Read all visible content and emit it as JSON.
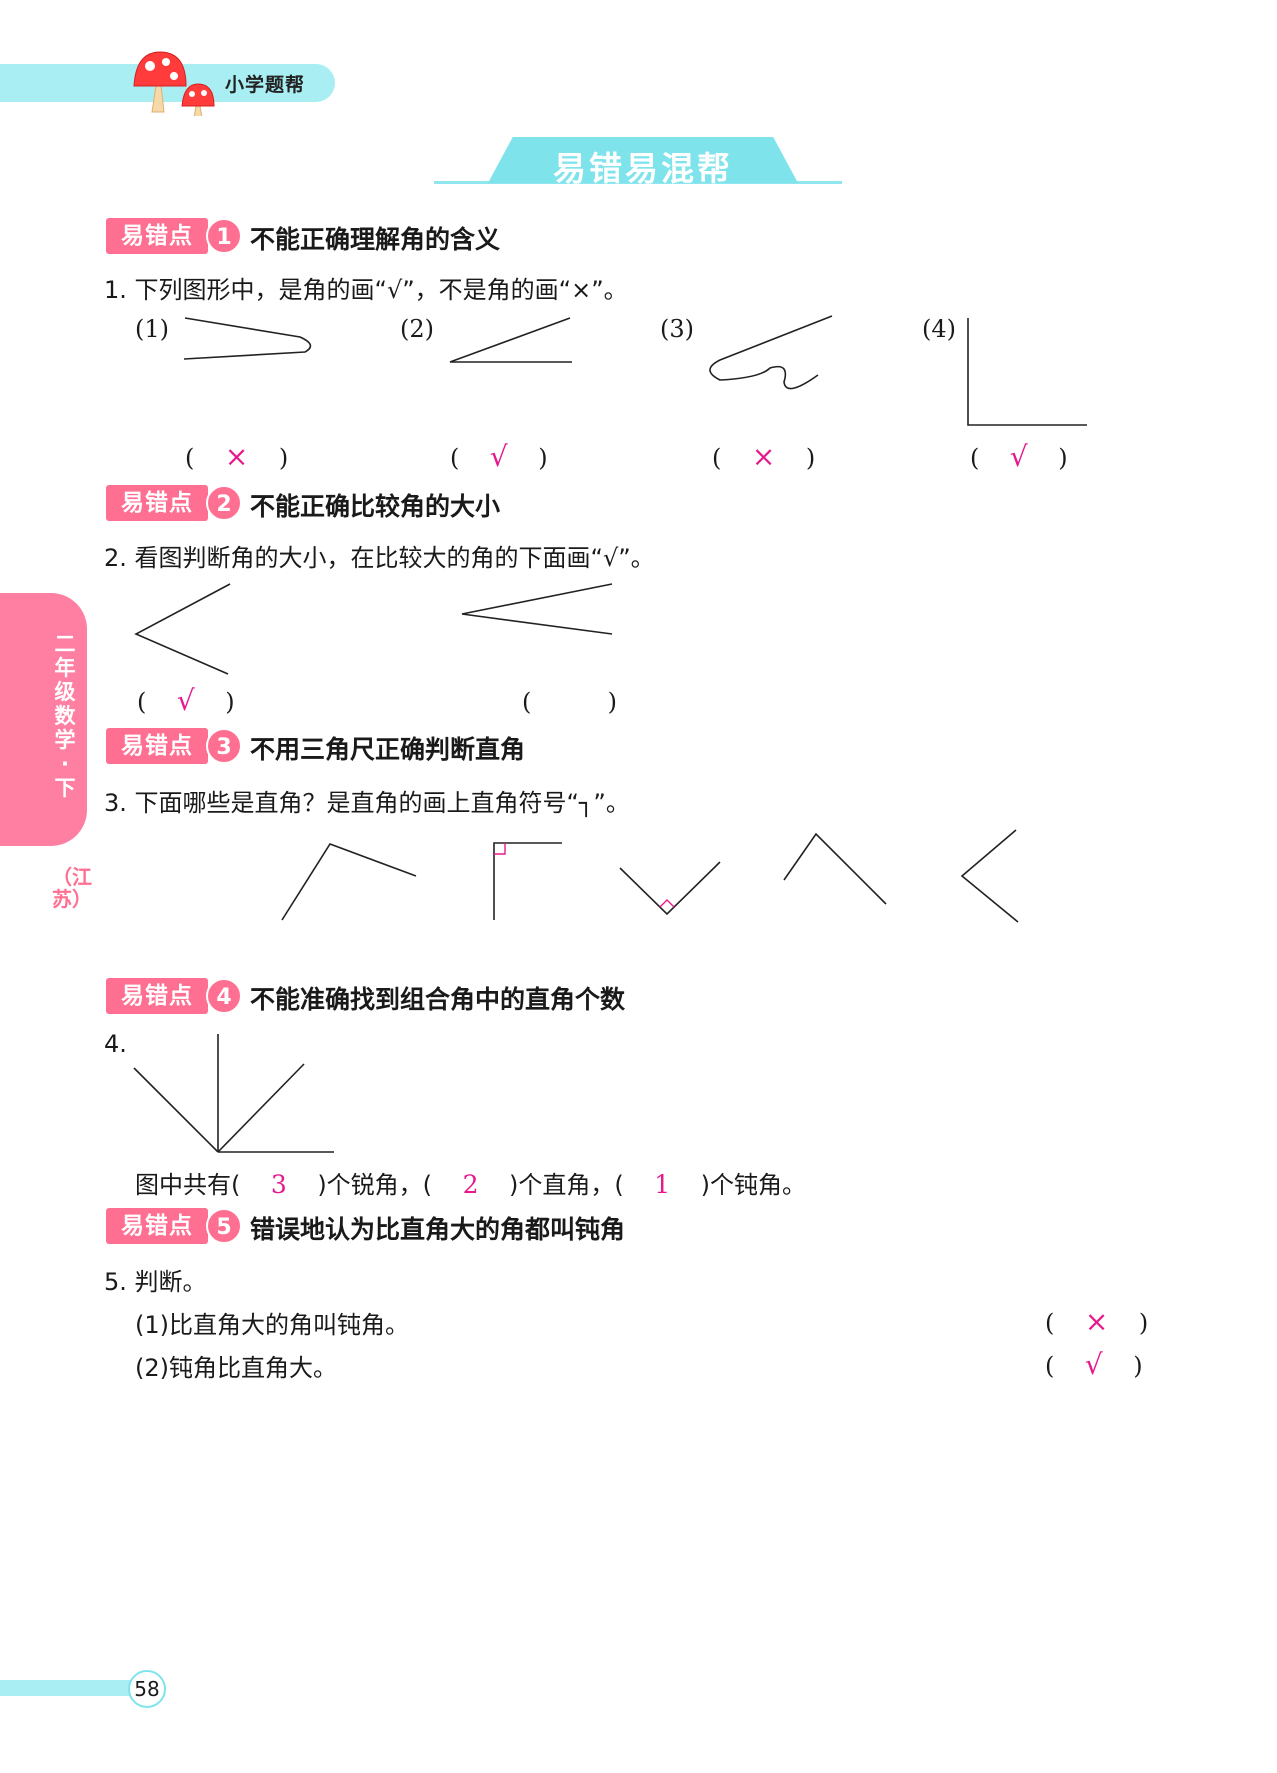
{
  "header": {
    "brand": "小学题帮"
  },
  "section_title": "易错易混帮",
  "side": {
    "grade": "二年级数学·下",
    "edition": "（江苏）"
  },
  "tag_label": "易错点",
  "points": [
    {
      "num": "1",
      "title": "不能正确理解角的含义"
    },
    {
      "num": "2",
      "title": "不能正确比较角的大小"
    },
    {
      "num": "3",
      "title": "不用三角尺正确判断直角"
    },
    {
      "num": "4",
      "title": "不能准确找到组合角中的直角个数"
    },
    {
      "num": "5",
      "title": "错误地认为比直角大的角都叫钝角"
    }
  ],
  "q1": {
    "text": "1. 下列图形中，是角的画“√”，不是角的画“×”。",
    "labels": [
      "(1)",
      "(2)",
      "(3)",
      "(4)"
    ],
    "answers": [
      "×",
      "√",
      "×",
      "√"
    ]
  },
  "q2": {
    "text": "2. 看图判断角的大小，在比较大的角的下面画“√”。",
    "answers": [
      "√",
      ""
    ]
  },
  "q3": {
    "text": "3. 下面哪些是直角？是直角的画上直角符号“┐”。"
  },
  "q4": {
    "num": "4.",
    "p1": "图中共有(",
    "a1": "3",
    "p2": ")个锐角，(",
    "a2": "2",
    "p3": ")个直角，(",
    "a3": "1",
    "p4": ")个钝角。"
  },
  "q5": {
    "text": "5. 判断。",
    "items": [
      {
        "text": "(1)比直角大的角叫钝角。",
        "answer": "×"
      },
      {
        "text": "(2)钝角比直角大。",
        "answer": "√"
      }
    ]
  },
  "footer": {
    "page": "58"
  },
  "colors": {
    "pink": "#ff6f91",
    "cyan": "#7fe3ec",
    "answer": "#e6198c"
  }
}
